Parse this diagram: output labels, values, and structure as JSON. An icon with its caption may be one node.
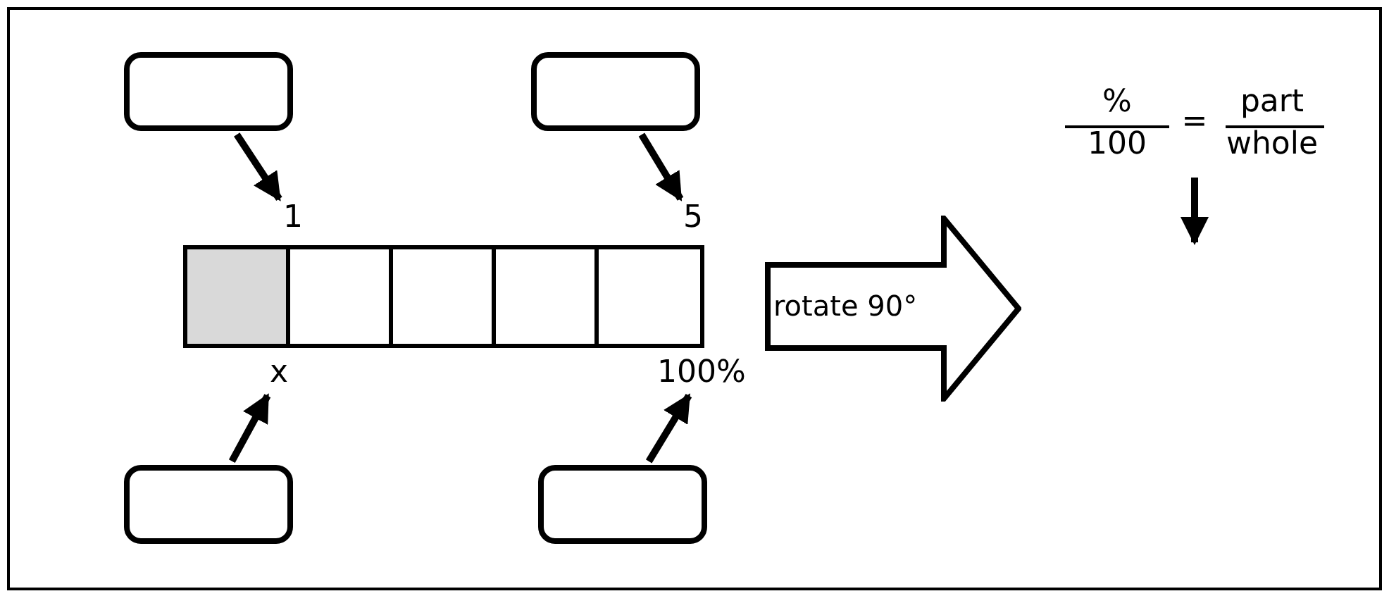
{
  "diagram": {
    "nodes": [
      {
        "text": [],
        "shape": "box"
      },
      {
        "text": [],
        "shape": "box"
      },
      {
        "text": [
          "1"
        ]
      },
      {
        "text": [
          "5"
        ]
      },
      {
        "text": [],
        "shape": "box"
      },
      {
        "text": [],
        "shape": "box"
      },
      {
        "text": [],
        "shape": "box"
      },
      {
        "text": [],
        "shape": "box"
      },
      {
        "text": [],
        "shape": "box"
      },
      {
        "text": [
          "x"
        ]
      },
      {
        "text": [
          "100%"
        ]
      },
      {
        "text": [],
        "shape": "box"
      },
      {
        "text": [],
        "shape": "box"
      },
      {
        "text": [
          "rotate 90°"
        ]
      },
      {
        "text": [
          "%",
          "100",
          "=",
          "part",
          "whole"
        ]
      }
    ],
    "edges": [
      {
        "from": 0,
        "to": 2,
        "arrow": "to"
      },
      {
        "from": 1,
        "to": 3,
        "arrow": "to"
      },
      {
        "from": 11,
        "to": 9,
        "arrow": "to"
      },
      {
        "from": 12,
        "to": 10,
        "arrow": "to"
      },
      {
        "from": 14,
        "to": null,
        "arrow": "to"
      }
    ]
  }
}
